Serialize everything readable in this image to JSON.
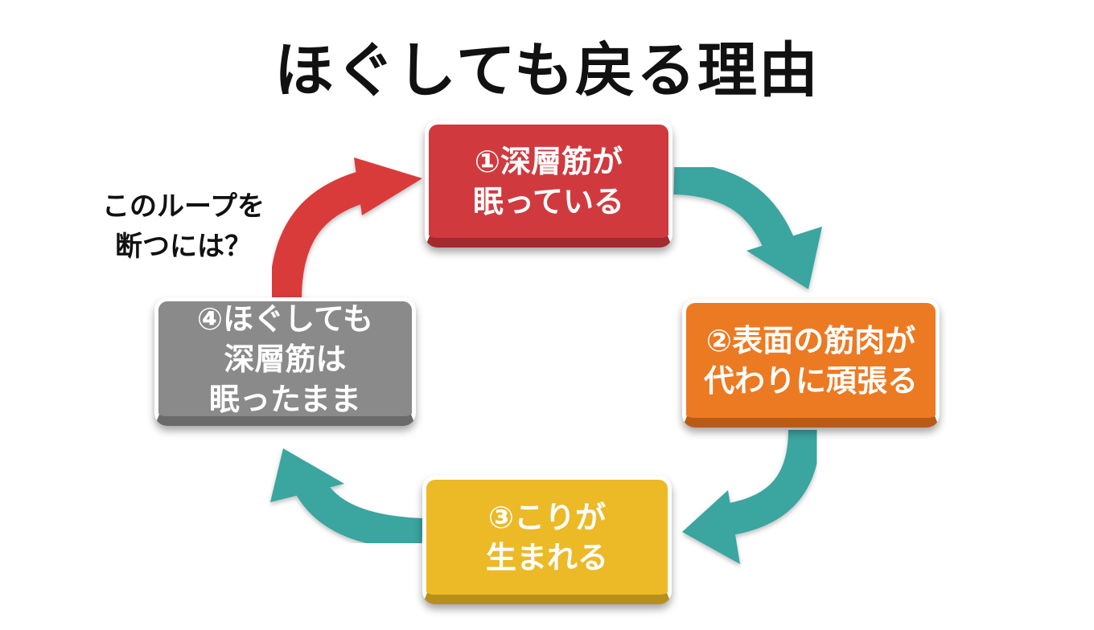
{
  "title": "ほぐしても戻る理由",
  "question": "このループを\n断つには？",
  "steps": [
    {
      "label": "①深層筋が\n眠っている",
      "color": "#d03a3f"
    },
    {
      "label": "②表面の筋肉が\n代わりに頑張る",
      "color": "#ec7a22"
    },
    {
      "label": "③こりが\n生まれる",
      "color": "#ecb927"
    },
    {
      "label": "④ほぐしても\n深層筋は\n眠ったまま",
      "color": "#8a8a8a"
    }
  ],
  "colors": {
    "teal_arrow": "#3aa5a0",
    "red_arrow": "#d93b3b"
  }
}
